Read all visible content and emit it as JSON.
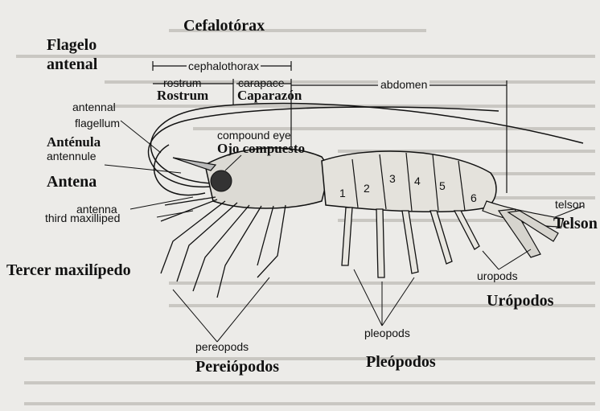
{
  "labels": {
    "cefalotorax": "Cefalotórax",
    "cephalothorax": "cephalothorax",
    "flagelo_antenal_1": "Flagelo",
    "flagelo_antenal_2": "antenal",
    "rostrum": "rostrum",
    "rostrum_es": "Rostrum",
    "carapace": "carapace",
    "caparazon": "Caparazón",
    "abdomen": "abdomen",
    "antennal_flagellum_1": "antennal",
    "antennal_flagellum_2": "flagellum",
    "compound_eye": "compound eye",
    "ojo_compuesto": "Ojo compuesto",
    "antenula": "Anténula",
    "antennule": "antennule",
    "antena": "Antena",
    "antenna": "antenna",
    "third_maxilliped": "third maxilliped",
    "tercer_maxilipedo": "Tercer maxilípedo",
    "telson": "telson",
    "telson_es": "Telson",
    "uropods": "uropods",
    "uropodos": "Urópodos",
    "pleopods": "pleopods",
    "pleopodos": "Pleópodos",
    "pereopods": "pereopods",
    "pereiopodos": "Pereiópodos"
  },
  "segments": [
    "1",
    "2",
    "3",
    "4",
    "5",
    "6"
  ]
}
